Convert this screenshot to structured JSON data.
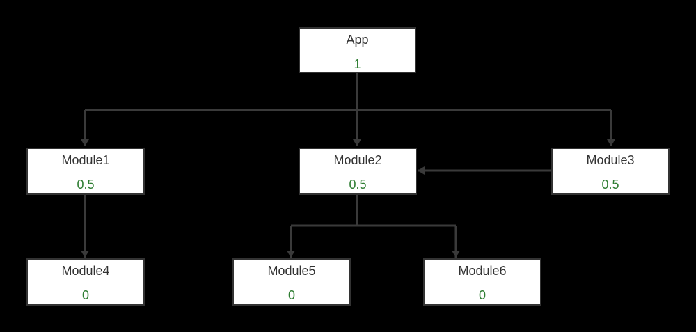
{
  "colors": {
    "background": "#000000",
    "node_fill": "#ffffff",
    "node_border": "#333333",
    "label_text": "#333333",
    "value_text": "#2e7d32",
    "connector": "#3a3a3a"
  },
  "nodes": {
    "app": {
      "label": "App",
      "value": "1"
    },
    "module1": {
      "label": "Module1",
      "value": "0.5"
    },
    "module2": {
      "label": "Module2",
      "value": "0.5"
    },
    "module3": {
      "label": "Module3",
      "value": "0.5"
    },
    "module4": {
      "label": "Module4",
      "value": "0"
    },
    "module5": {
      "label": "Module5",
      "value": "0"
    },
    "module6": {
      "label": "Module6",
      "value": "0"
    }
  },
  "edges": [
    {
      "from": "App",
      "to": "Module1"
    },
    {
      "from": "App",
      "to": "Module2"
    },
    {
      "from": "App",
      "to": "Module3"
    },
    {
      "from": "Module3",
      "to": "Module2"
    },
    {
      "from": "Module1",
      "to": "Module4"
    },
    {
      "from": "Module2",
      "to": "Module5"
    },
    {
      "from": "Module2",
      "to": "Module6"
    }
  ]
}
